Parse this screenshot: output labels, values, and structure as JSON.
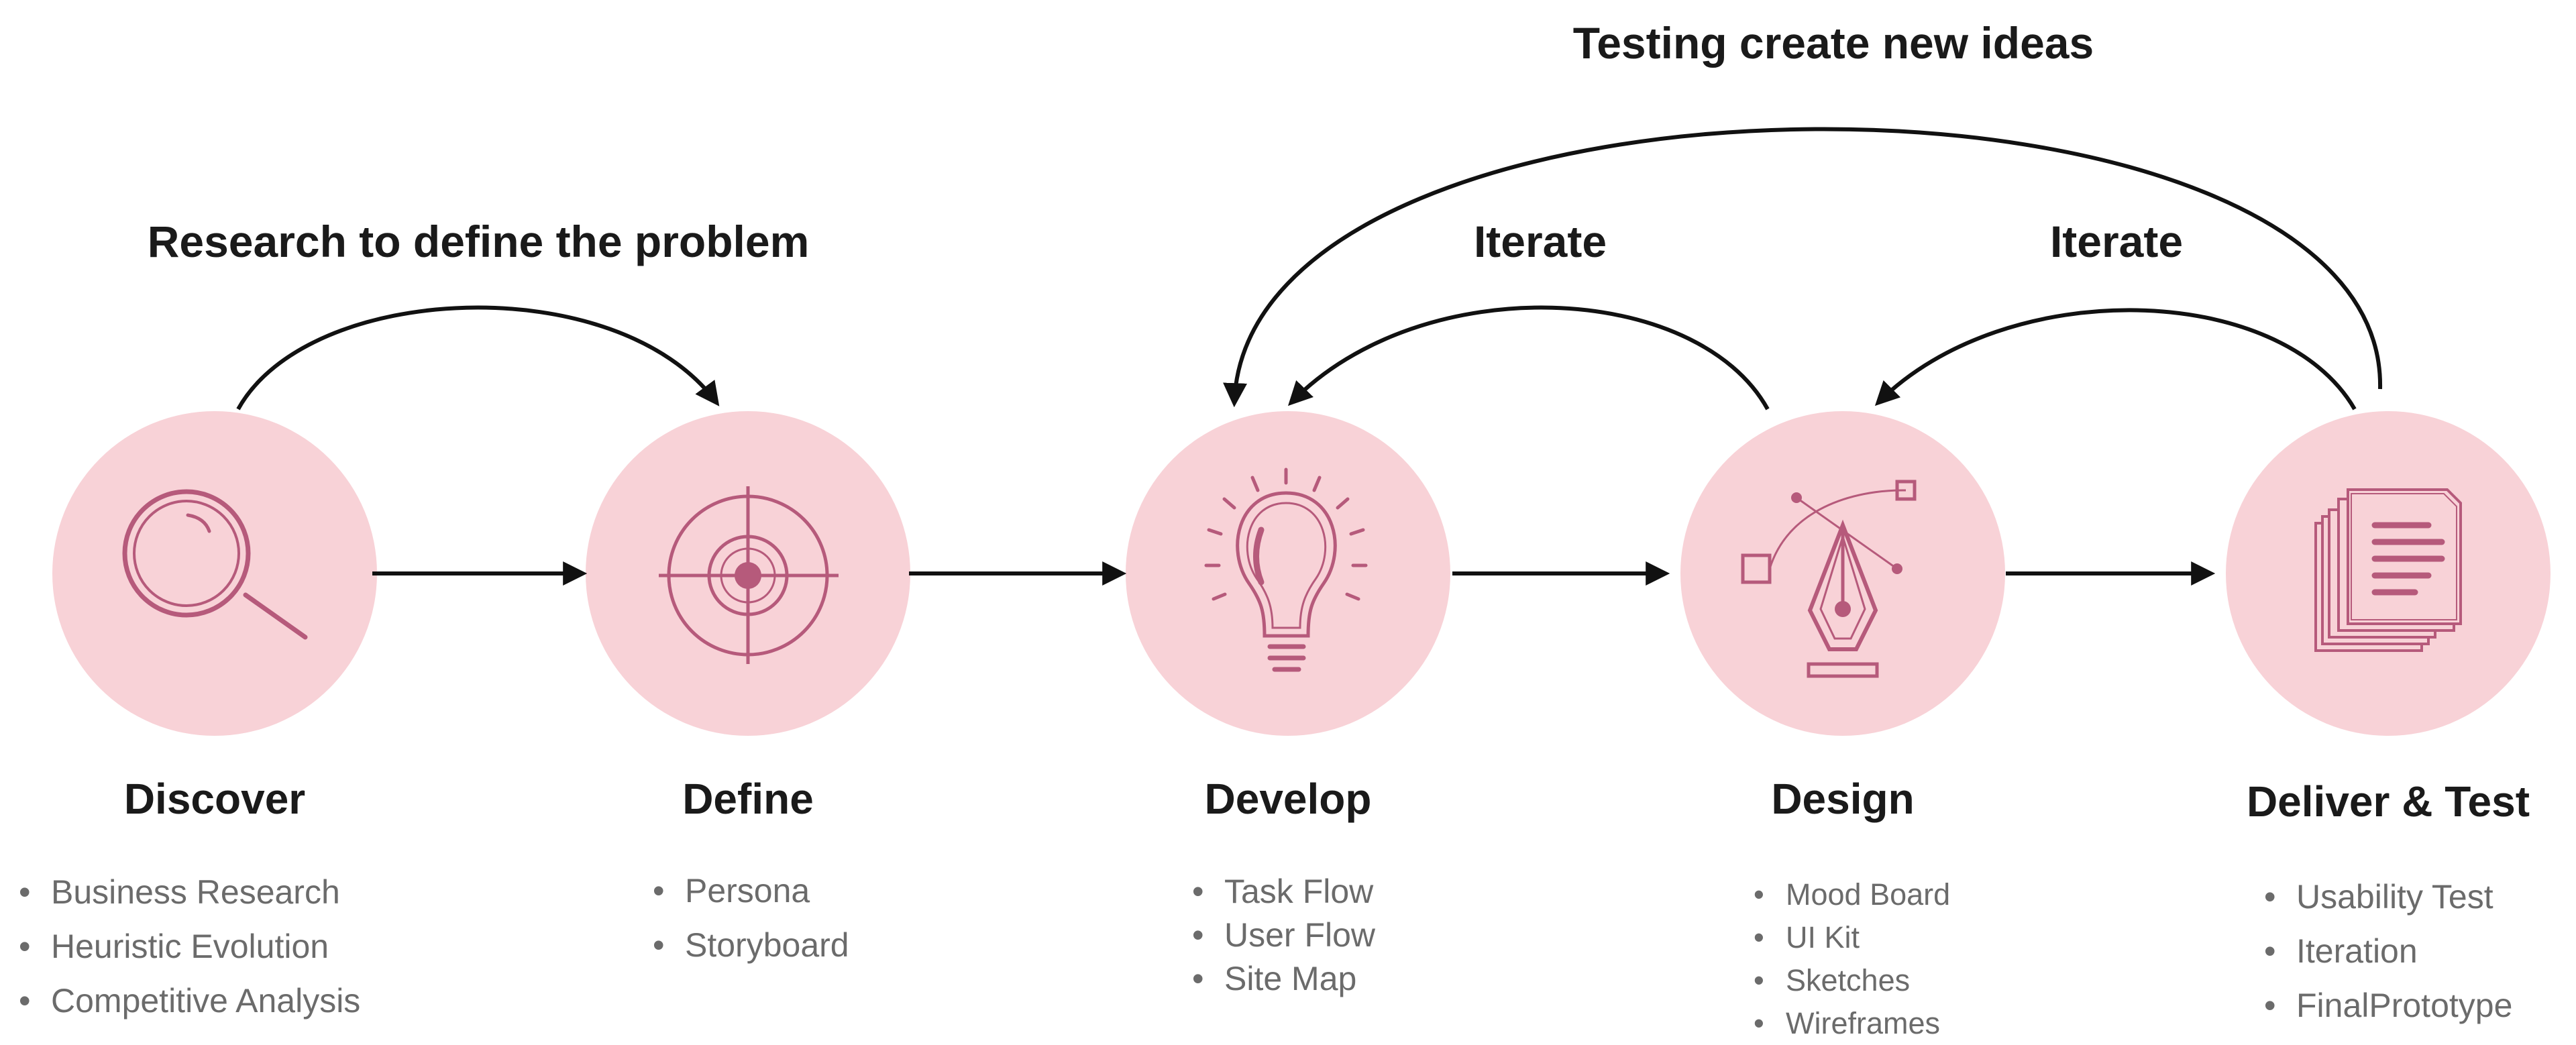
{
  "colors": {
    "circle": "#f8d2d7",
    "icon": "#b65a7b",
    "arrow": "#111111",
    "text": "#1a1a1a",
    "muted": "#6b6b6b"
  },
  "top_labels": {
    "research": "Research to define the problem",
    "testing": "Testing create new ideas",
    "iterate_left": "Iterate",
    "iterate_right": "Iterate"
  },
  "stages": [
    {
      "id": "discover",
      "title": "Discover",
      "icon": "magnifier-icon",
      "items": [
        "Business Research",
        "Heuristic Evolution",
        "Competitive Analysis"
      ]
    },
    {
      "id": "define",
      "title": "Define",
      "icon": "target-icon",
      "items": [
        "Persona",
        "Storyboard"
      ]
    },
    {
      "id": "develop",
      "title": "Develop",
      "icon": "lightbulb-icon",
      "items": [
        "Task Flow",
        "User Flow",
        "Site Map"
      ]
    },
    {
      "id": "design",
      "title": "Design",
      "icon": "pen-tool-icon",
      "items": [
        "Mood Board",
        "UI Kit",
        "Sketches",
        "Wireframes"
      ]
    },
    {
      "id": "deliver",
      "title": "Deliver & Test",
      "icon": "documents-icon",
      "items": [
        "Usability Test",
        "Iteration",
        "FinalPrototype"
      ]
    }
  ]
}
